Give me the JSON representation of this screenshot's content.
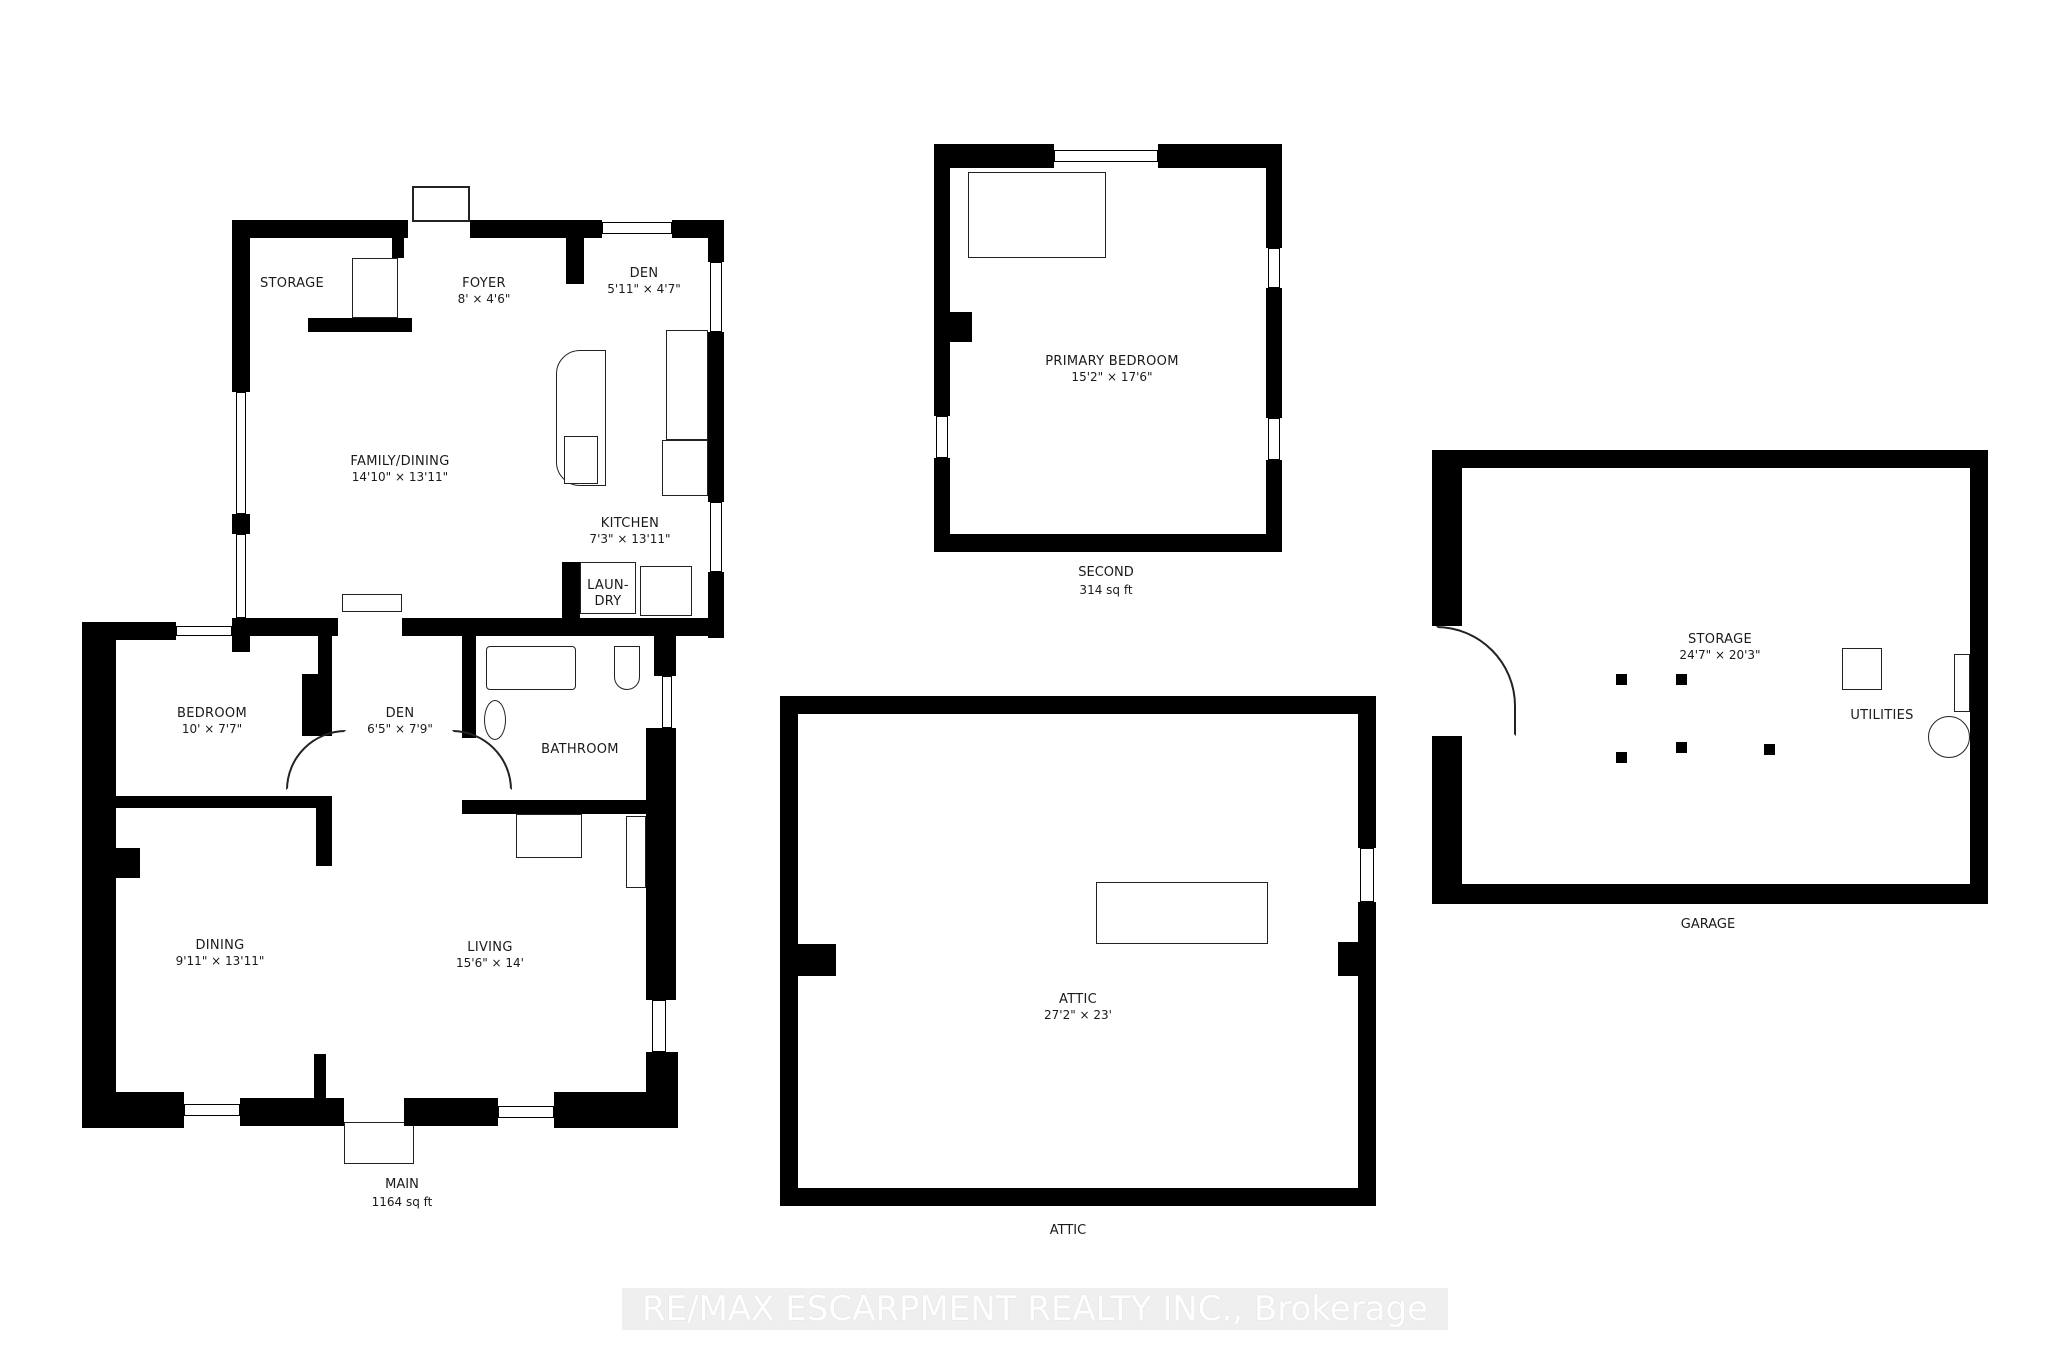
{
  "floors": [
    {
      "name": "MAIN",
      "area": "1164 sq ft",
      "rooms": [
        {
          "name": "STORAGE",
          "dims": ""
        },
        {
          "name": "FOYER",
          "dims": "8' × 4'6\""
        },
        {
          "name": "DEN",
          "dims": "5'11\" × 4'7\""
        },
        {
          "name": "FAMILY/DINING",
          "dims": "14'10\" × 13'11\""
        },
        {
          "name": "KITCHEN",
          "dims": "7'3\" × 13'11\""
        },
        {
          "name": "LAUN-\nDRY",
          "line1": "LAUN-",
          "line2": "DRY",
          "dims": ""
        },
        {
          "name": "BEDROOM",
          "dims": "10' × 7'7\""
        },
        {
          "name": "DEN",
          "dims": "6'5\" × 7'9\""
        },
        {
          "name": "BATHROOM",
          "dims": ""
        },
        {
          "name": "DINING",
          "dims": "9'11\" × 13'11\""
        },
        {
          "name": "LIVING",
          "dims": "15'6\" × 14'"
        }
      ]
    },
    {
      "name": "SECOND",
      "area": "314 sq ft",
      "rooms": [
        {
          "name": "PRIMARY BEDROOM",
          "dims": "15'2\" × 17'6\""
        }
      ]
    },
    {
      "name": "ATTIC",
      "area": "",
      "rooms": [
        {
          "name": "ATTIC",
          "dims": "27'2\" × 23'"
        }
      ]
    },
    {
      "name": "GARAGE",
      "area": "",
      "rooms": [
        {
          "name": "STORAGE",
          "dims": "24'7\" × 20'3\""
        },
        {
          "name": "UTILITIES",
          "dims": ""
        }
      ]
    }
  ],
  "watermark": "RE/MAX ESCARPMENT REALTY INC., Brokerage",
  "colors": {
    "wall": "#000000",
    "background": "#ffffff",
    "text": "#1a1a1a"
  }
}
